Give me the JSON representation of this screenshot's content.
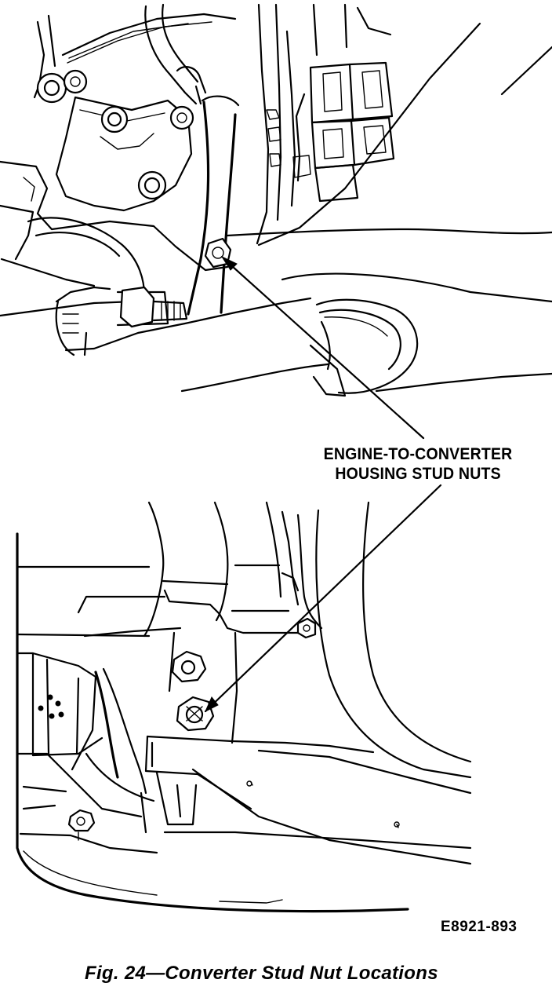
{
  "callout": {
    "line1": "ENGINE-TO-CONVERTER",
    "line2": "HOUSING STUD NUTS"
  },
  "figure_code": "E8921-893",
  "caption": "Fig. 24—Converter Stud Nut Locations",
  "colors": {
    "ink": "#000000",
    "paper": "#ffffff"
  }
}
